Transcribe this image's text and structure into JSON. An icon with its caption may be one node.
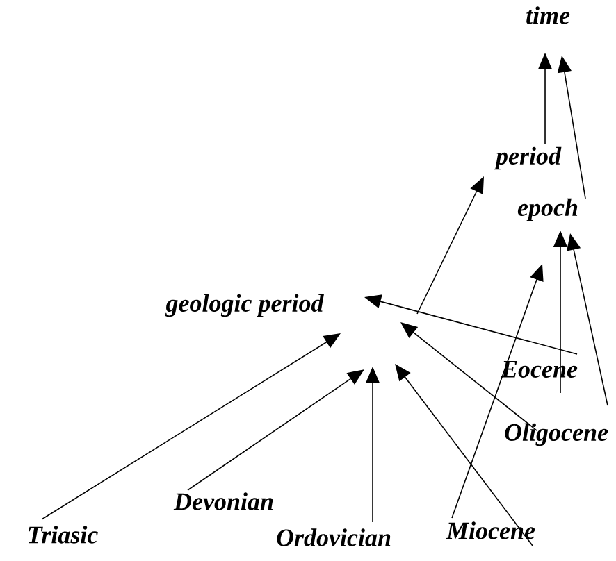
{
  "diagram": {
    "nodes": [
      {
        "text": [
          "time"
        ]
      },
      {
        "text": [
          "period"
        ]
      },
      {
        "text": [
          "epoch"
        ]
      },
      {
        "text": [
          "geologic period"
        ]
      },
      {
        "text": [
          "Eocene"
        ]
      },
      {
        "text": [
          "Oligocene"
        ]
      },
      {
        "text": [
          "Devonian"
        ]
      },
      {
        "text": [
          "Triasic"
        ]
      },
      {
        "text": [
          "Ordovician"
        ]
      },
      {
        "text": [
          "Miocene"
        ]
      }
    ],
    "edges": [
      {
        "from": 1,
        "to": 0,
        "arrow": "to"
      },
      {
        "from": 2,
        "to": 0,
        "arrow": "to"
      },
      {
        "from": 3,
        "to": 1,
        "arrow": "to"
      },
      {
        "from": 4,
        "to": 3,
        "arrow": "to"
      },
      {
        "from": 4,
        "to": 2,
        "arrow": "to"
      },
      {
        "from": 5,
        "to": 2,
        "arrow": "to"
      },
      {
        "from": 5,
        "to": 3,
        "arrow": "to"
      },
      {
        "from": 9,
        "to": 2,
        "arrow": "to"
      },
      {
        "from": 9,
        "to": 3,
        "arrow": "to"
      },
      {
        "from": 8,
        "to": 3,
        "arrow": "to"
      },
      {
        "from": 6,
        "to": 3,
        "arrow": "to"
      },
      {
        "from": 7,
        "to": 3,
        "arrow": "to"
      }
    ]
  }
}
